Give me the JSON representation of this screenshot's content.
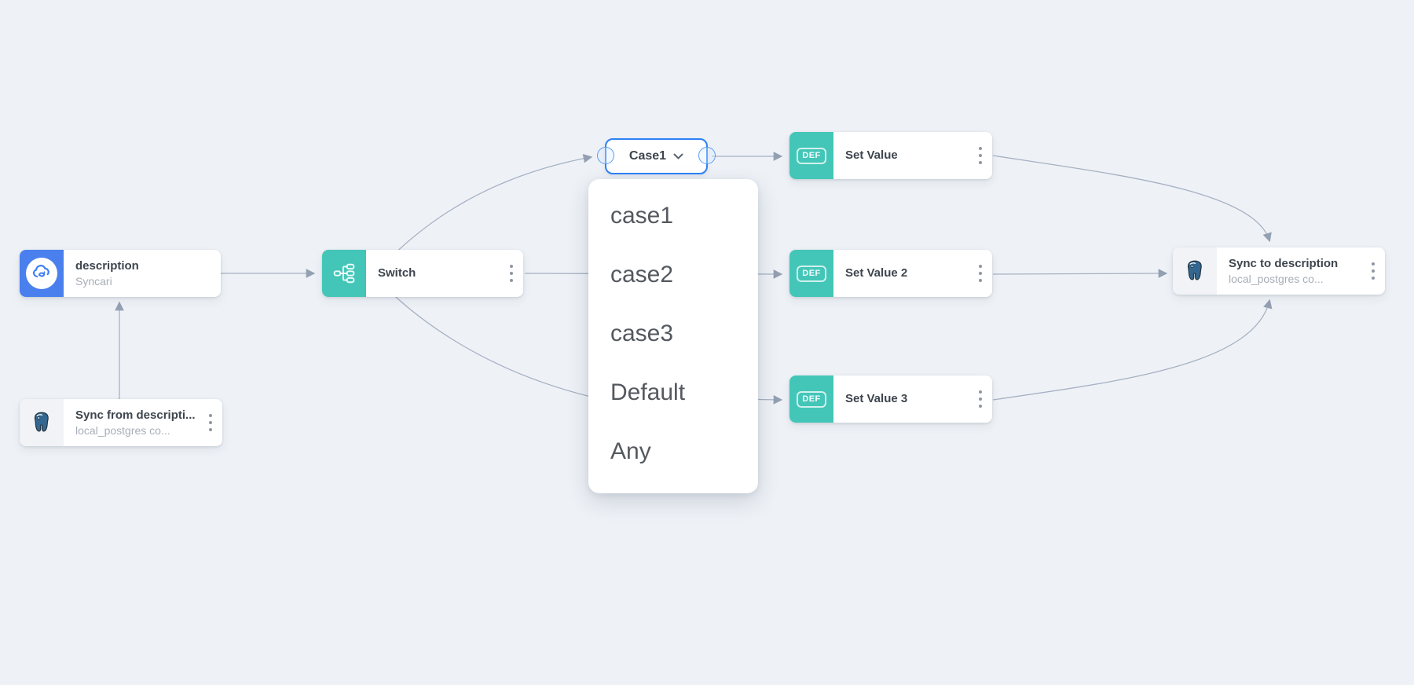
{
  "app": {
    "name": "Syncari pipeline canvas"
  },
  "colors": {
    "background": "#eef2f7",
    "edge": "#a6b1c2",
    "arrowhead": "#94a0b2",
    "node_icon_teal": "#43c6b8",
    "node_icon_blue": "#4a80ee",
    "chip_border_blue": "#2d81f7",
    "title_text": "#3d454e",
    "subtitle_text": "#a7aeb8",
    "postgres_blue": "#336791"
  },
  "nodes": {
    "description": {
      "title": "description",
      "subtitle": "Syncari"
    },
    "sync_from": {
      "title": "Sync from descripti...",
      "subtitle": "local_postgres co..."
    },
    "switch": {
      "title": "Switch"
    },
    "set_value": {
      "title": "Set Value"
    },
    "set_value_2": {
      "title": "Set Value 2"
    },
    "set_value_3": {
      "title": "Set Value 3"
    },
    "sync_to": {
      "title": "Sync to description",
      "subtitle": "local_postgres co..."
    }
  },
  "case_selector": {
    "selected_label": "Case1"
  },
  "dropdown": {
    "options": [
      "case1",
      "case2",
      "case3",
      "Default",
      "Any"
    ]
  },
  "badges": {
    "def_label": "DEF"
  }
}
